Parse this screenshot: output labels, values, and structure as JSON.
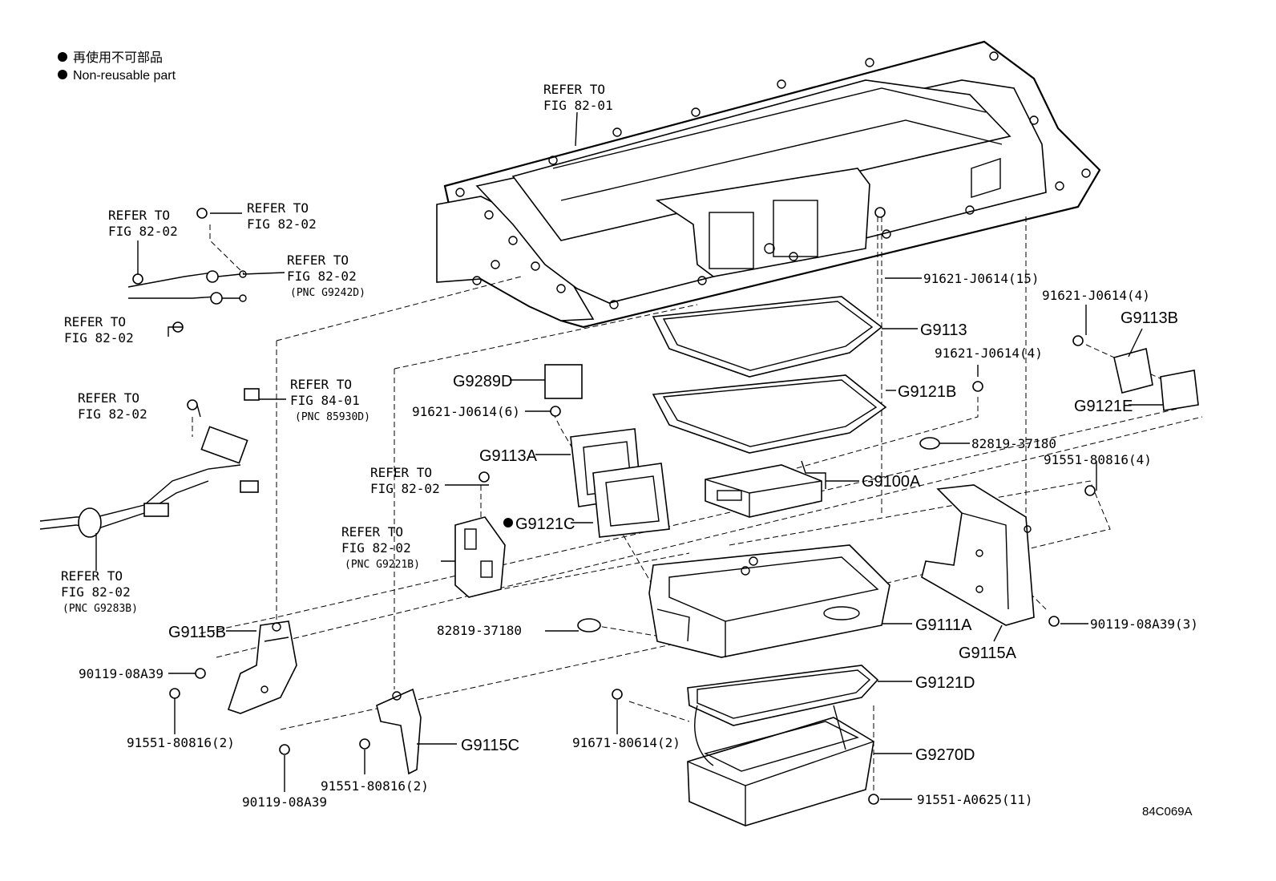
{
  "legend": {
    "line_jp": "再使用不可部品",
    "line_en": "Non-reusable part"
  },
  "refs": {
    "r1": [
      "REFER TO",
      "FIG 82-01"
    ],
    "r2": [
      "REFER TO",
      "FIG 82-02"
    ],
    "r3": [
      "REFER TO",
      "FIG 82-02"
    ],
    "r4": [
      "REFER TO",
      "FIG 82-02",
      "(PNC G9242D)"
    ],
    "r5": [
      "REFER TO",
      "FIG 82-02"
    ],
    "r6": [
      "REFER TO",
      "FIG 82-02"
    ],
    "r7": [
      "REFER TO",
      "FIG 84-01",
      "(PNC 85930D)"
    ],
    "r8": [
      "REFER TO",
      "FIG 82-02",
      "(PNC G9283B)"
    ],
    "r9": [
      "REFER TO",
      "FIG 82-02"
    ],
    "r10": [
      "REFER TO",
      "FIG 82-02",
      "(PNC G9221B)"
    ]
  },
  "parts": {
    "g9113": "G9113",
    "g9121b": "G9121B",
    "g9289d": "G9289D",
    "g9113a": "G9113A",
    "g9121c": "G9121C",
    "g9100a": "G9100A",
    "g9113b": "G9113B",
    "g9121e": "G9121E",
    "g9115a": "G9115A",
    "g9111a": "G9111A",
    "g9121d": "G9121D",
    "g9270d": "G9270D",
    "g9115b": "G9115B",
    "g9115c": "G9115C"
  },
  "numbers": {
    "n1": "91621-J0614(15)",
    "n2": "91621-J0614(4)",
    "n3": "91621-J0614(4)",
    "n4": "91621-J0614(6)",
    "n5": "82819-37180",
    "n6": "91551-80816(4)",
    "n7": "82819-37180",
    "n8": "90119-08A39(3)",
    "n9": "90119-08A39",
    "n10": "91551-80816(2)",
    "n11": "91671-80614(2)",
    "n12": "91551-80816(2)",
    "n13": "90119-08A39",
    "n14": "91551-A0625(11)"
  },
  "diagram_code": "84C069A"
}
